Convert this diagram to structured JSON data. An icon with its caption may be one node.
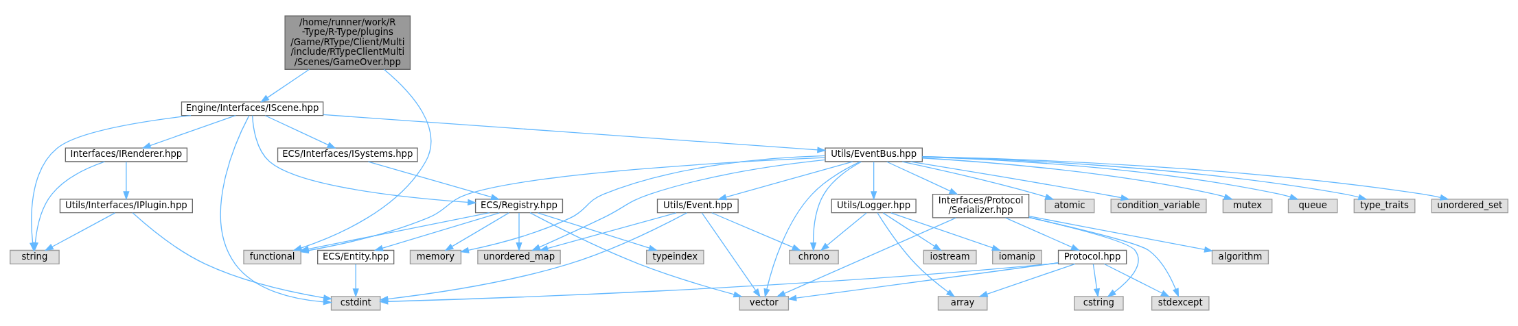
{
  "diagram": {
    "nodes": [
      {
        "text": [
          "/home/runner/work/R -Type/R-Type/plugins /Game/RType/Client/Multi /include/RTypeClientMulti /Scenes/GameOver.hpp"
        ]
      },
      {
        "text": [
          "Engine/Interfaces/IScene.hpp"
        ]
      },
      {
        "text": [
          "functional"
        ]
      },
      {
        "text": [
          "Interfaces/IRenderer.hpp"
        ]
      },
      {
        "text": [
          "ECS/Interfaces/ISystems.hpp"
        ]
      },
      {
        "text": [
          "Utils/EventBus.hpp"
        ]
      },
      {
        "text": [
          "Utils/Interfaces/IPlugin.hpp"
        ]
      },
      {
        "text": [
          "ECS/Registry.hpp"
        ]
      },
      {
        "text": [
          "string"
        ]
      },
      {
        "text": [
          "cstdint"
        ]
      },
      {
        "text": [
          "ECS/Entity.hpp"
        ]
      },
      {
        "text": [
          "typeindex"
        ]
      },
      {
        "text": [
          "memory"
        ]
      },
      {
        "text": [
          "unordered_map"
        ]
      },
      {
        "text": [
          "vector"
        ]
      },
      {
        "text": [
          "atomic"
        ]
      },
      {
        "text": [
          "condition_variable"
        ]
      },
      {
        "text": [
          "mutex"
        ]
      },
      {
        "text": [
          "queue"
        ]
      },
      {
        "text": [
          "type_traits"
        ]
      },
      {
        "text": [
          "unordered_set"
        ]
      },
      {
        "text": [
          "Utils/Event.hpp"
        ]
      },
      {
        "text": [
          "chrono"
        ]
      },
      {
        "text": [
          "Utils/Logger.hpp"
        ]
      },
      {
        "text": [
          "iostream"
        ]
      },
      {
        "text": [
          "iomanip"
        ]
      },
      {
        "text": [
          "array"
        ]
      },
      {
        "text": [
          "Interfaces/Protocol /Serializer.hpp"
        ]
      },
      {
        "text": [
          "Protocol.hpp"
        ]
      },
      {
        "text": [
          "cstring"
        ]
      },
      {
        "text": [
          "algorithm"
        ]
      },
      {
        "text": [
          "stdexcept"
        ]
      }
    ],
    "edges": [
      {
        "from": 0,
        "to": 1,
        "arrow": "to"
      },
      {
        "from": 0,
        "to": 2,
        "arrow": "to"
      },
      {
        "from": 1,
        "to": 3,
        "arrow": "to"
      },
      {
        "from": 1,
        "to": 8,
        "arrow": "to"
      },
      {
        "from": 1,
        "to": 7,
        "arrow": "to"
      },
      {
        "from": 1,
        "to": 4,
        "arrow": "to"
      },
      {
        "from": 1,
        "to": 5,
        "arrow": "to"
      },
      {
        "from": 1,
        "to": 9,
        "arrow": "to"
      },
      {
        "from": 3,
        "to": 6,
        "arrow": "to"
      },
      {
        "from": 3,
        "to": 8,
        "arrow": "to"
      },
      {
        "from": 6,
        "to": 8,
        "arrow": "to"
      },
      {
        "from": 6,
        "to": 9,
        "arrow": "to"
      },
      {
        "from": 4,
        "to": 7,
        "arrow": "to"
      },
      {
        "from": 7,
        "to": 2,
        "arrow": "to"
      },
      {
        "from": 7,
        "to": 10,
        "arrow": "to"
      },
      {
        "from": 7,
        "to": 11,
        "arrow": "to"
      },
      {
        "from": 7,
        "to": 12,
        "arrow": "to"
      },
      {
        "from": 7,
        "to": 13,
        "arrow": "to"
      },
      {
        "from": 7,
        "to": 14,
        "arrow": "to"
      },
      {
        "from": 10,
        "to": 9,
        "arrow": "to"
      },
      {
        "from": 5,
        "to": 2,
        "arrow": "to"
      },
      {
        "from": 5,
        "to": 12,
        "arrow": "to"
      },
      {
        "from": 5,
        "to": 15,
        "arrow": "to"
      },
      {
        "from": 5,
        "to": 16,
        "arrow": "to"
      },
      {
        "from": 5,
        "to": 17,
        "arrow": "to"
      },
      {
        "from": 5,
        "to": 18,
        "arrow": "to"
      },
      {
        "from": 5,
        "to": 19,
        "arrow": "to"
      },
      {
        "from": 5,
        "to": 20,
        "arrow": "to"
      },
      {
        "from": 5,
        "to": 13,
        "arrow": "to"
      },
      {
        "from": 5,
        "to": 21,
        "arrow": "to"
      },
      {
        "from": 5,
        "to": 22,
        "arrow": "to"
      },
      {
        "from": 5,
        "to": 23,
        "arrow": "to"
      },
      {
        "from": 5,
        "to": 14,
        "arrow": "to"
      },
      {
        "from": 5,
        "to": 27,
        "arrow": "to"
      },
      {
        "from": 21,
        "to": 13,
        "arrow": "to"
      },
      {
        "from": 21,
        "to": 22,
        "arrow": "to"
      },
      {
        "from": 21,
        "to": 9,
        "arrow": "to"
      },
      {
        "from": 21,
        "to": 14,
        "arrow": "to"
      },
      {
        "from": 23,
        "to": 22,
        "arrow": "to"
      },
      {
        "from": 23,
        "to": 24,
        "arrow": "to"
      },
      {
        "from": 23,
        "to": 25,
        "arrow": "to"
      },
      {
        "from": 23,
        "to": 26,
        "arrow": "to"
      },
      {
        "from": 27,
        "to": 14,
        "arrow": "to"
      },
      {
        "from": 27,
        "to": 28,
        "arrow": "to"
      },
      {
        "from": 27,
        "to": 29,
        "arrow": "to"
      },
      {
        "from": 27,
        "to": 30,
        "arrow": "to"
      },
      {
        "from": 27,
        "to": 31,
        "arrow": "to"
      },
      {
        "from": 28,
        "to": 9,
        "arrow": "to"
      },
      {
        "from": 28,
        "to": 26,
        "arrow": "to"
      },
      {
        "from": 28,
        "to": 14,
        "arrow": "to"
      },
      {
        "from": 28,
        "to": 29,
        "arrow": "to"
      },
      {
        "from": 28,
        "to": 31,
        "arrow": "to"
      }
    ]
  }
}
